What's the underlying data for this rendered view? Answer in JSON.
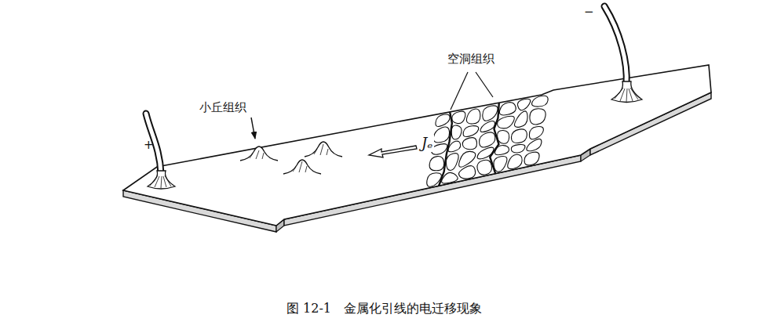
{
  "diagram": {
    "caption": "图 12-1　金属化引线的电迁移现象",
    "labels": [
      "小丘组织",
      "空洞组织",
      "Jₑ",
      "+",
      "−"
    ]
  }
}
